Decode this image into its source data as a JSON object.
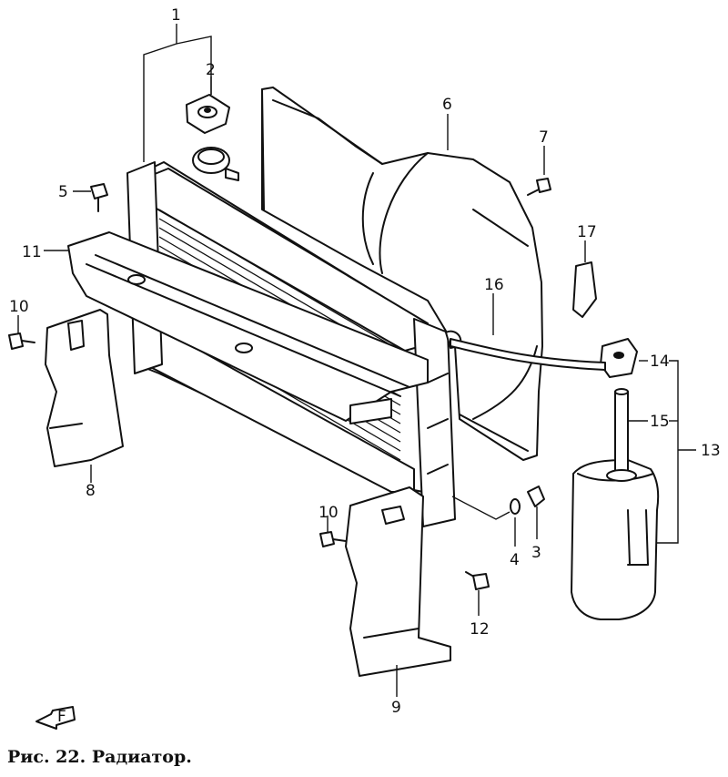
{
  "caption": "Рис. 22. Радиатор.",
  "callouts": [
    "1",
    "2",
    "3",
    "4",
    "5",
    "6",
    "7",
    "8",
    "9",
    "10",
    "10",
    "11",
    "12",
    "13",
    "14",
    "15",
    "16",
    "17"
  ],
  "front_arrow": "F"
}
